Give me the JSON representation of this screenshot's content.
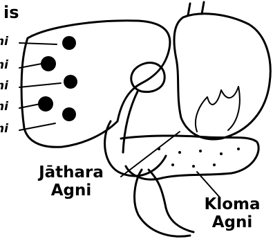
{
  "title_fragment": "is",
  "bhuta_agni_labels": [
    "ni",
    "ni",
    "ni",
    "ni",
    "ni"
  ],
  "jathara": {
    "line1": "Jāthara",
    "line2": "Agni"
  },
  "kloma": {
    "line1": "Kloma",
    "line2": "Agni"
  },
  "colors": {
    "ink": "#000000",
    "background": "#ffffff"
  }
}
